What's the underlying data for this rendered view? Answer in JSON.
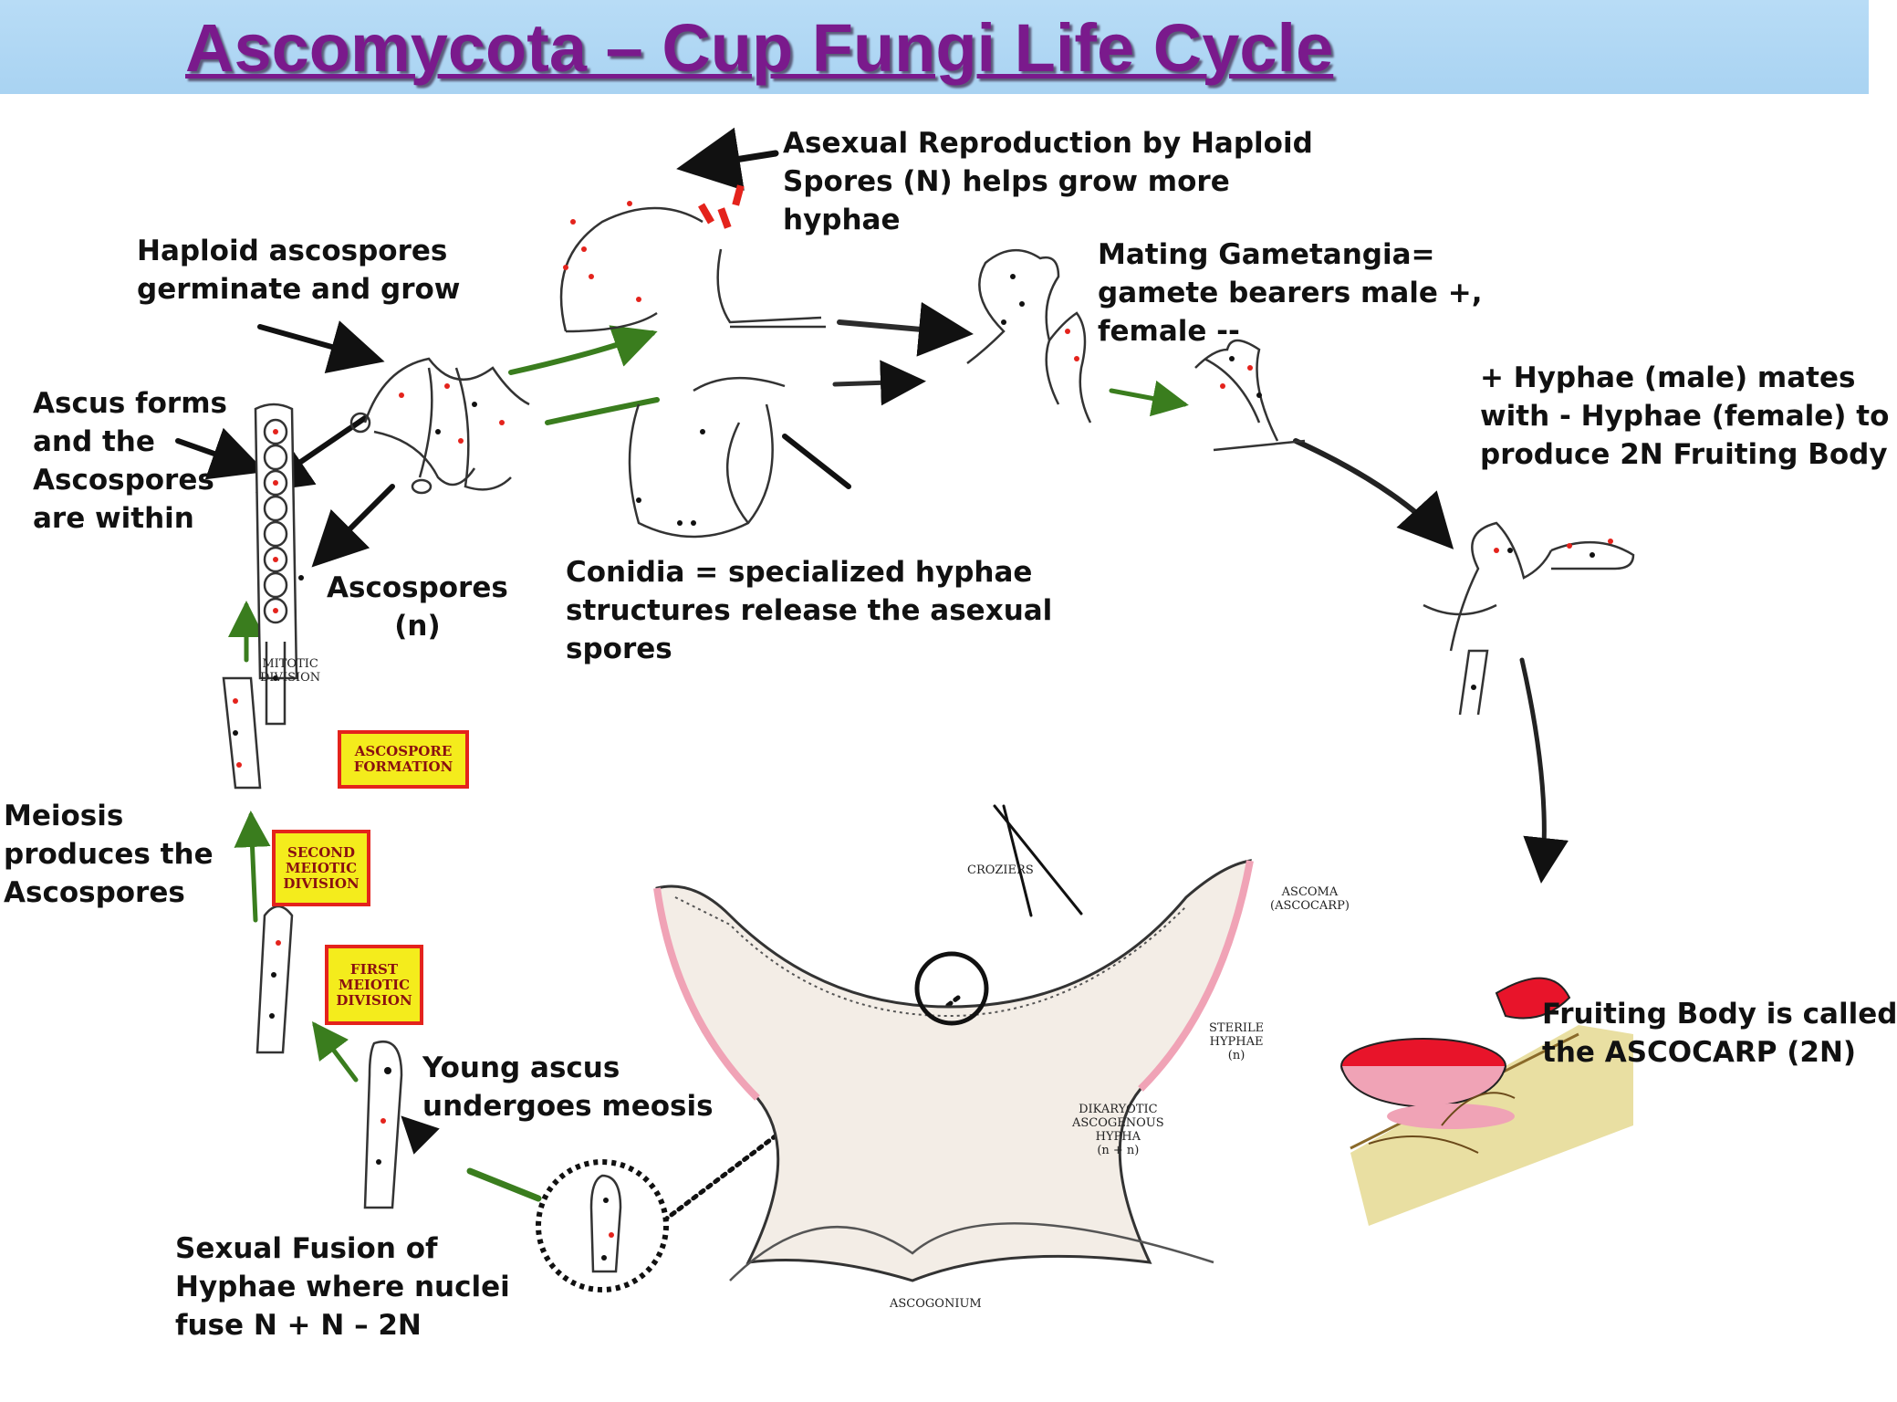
{
  "title": "Ascomycota – Cup Fungi Life Cycle",
  "labels": {
    "asexual": "Asexual Reproduction by Haploid\nSpores (N) helps grow more\nhyphae",
    "haploid": "Haploid ascospores\ngerminate and grow",
    "mating": "Mating Gametangia=\ngamete bearers male +,\nfemale --",
    "hyphae_mates": "+ Hyphae (male) mates\nwith - Hyphae (female) to\nproduce 2N Fruiting Body",
    "ascus_forms": "Ascus forms\nand the\nAscospores\nare within",
    "ascospores": "Ascospores\n(n)",
    "conidia": "Conidia = specialized hyphae\nstructures release the asexual\nspores",
    "meiosis": "Meiosis\nproduces the\nAscospores",
    "young_ascus": "Young ascus\nundergoes meosis",
    "fruiting_body": "Fruiting Body is called\nthe ASCOCARP (2N)",
    "sexual_fusion": "Sexual Fusion of\nHyphae where nuclei\nfuse N + N – 2N"
  },
  "stage_boxes": {
    "ascospore_formation": "ASCOSPORE\nFORMATION",
    "second_meiotic": "SECOND\nMEIOTIC\nDIVISION",
    "first_meiotic": "FIRST\nMEIOTIC\nDIVISION"
  },
  "small_labels": {
    "mitotic": "MITOTIC\nDIVISION",
    "croziers": "CROZIERS",
    "ascoma": "ASCOMA\n(ASCOCARP)",
    "sterile": "STERILE\nHYPHAE\n(n)",
    "dikaryotic": "DIKARYOTIC\nASCOGENOUS\nHYPHA\n(n + n)",
    "ascogonium": "ASCOGONIUM"
  },
  "colors": {
    "title": "#7a1a8c",
    "header_bg": "#b0d7f4",
    "stage_box_fill": "#f4ec1c",
    "stage_box_border": "#e4231c",
    "spore_red": "#e4231c",
    "arrow_green": "#3a7d1e",
    "ascocarp_red": "#e8142a",
    "ascocarp_pink": "#f0a3b6",
    "substrate": "#e9dfa2"
  }
}
